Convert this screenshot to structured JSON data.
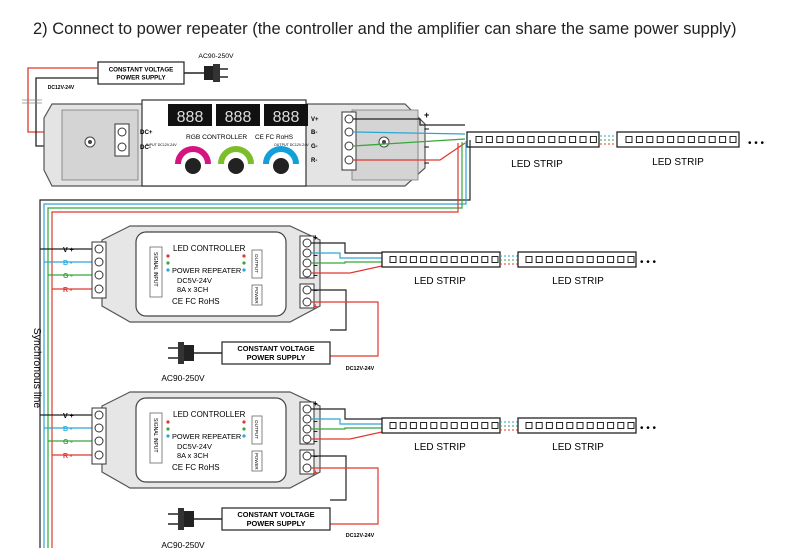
{
  "title": "2)  Connect to power repeater (the controller and the amplifier can share the same power supply)",
  "top_psu": {
    "label_1": "CONSTANT VOLTAGE",
    "label_2": "POWER SUPPLY",
    "ac": "AC90-250V",
    "dc": "DC12V-24V"
  },
  "rgb_controller": {
    "display": [
      "888",
      "888",
      "888"
    ],
    "name": "RGB CONTROLLER",
    "marks": "CE FC RoHS",
    "input_text": "INPUT DC12V-24V",
    "output_text": "OUTPUT DC12V-24V",
    "dc_plus": "DC+",
    "dc_minus": "DC-",
    "out_pins": [
      "V+",
      "B-",
      "G-",
      "R-"
    ],
    "knob_colors": [
      "#d4157f",
      "#7cbd2a",
      "#13a0d8"
    ]
  },
  "strip_label": "LED STRIP",
  "ellipsis": "• • •",
  "side_label": "Synchronous line",
  "repeaters": [
    {
      "in_pins": [
        "V +",
        "B -",
        "G -",
        "R -"
      ],
      "l1": "LED CONTROLLER",
      "l2": "POWER REPEATER",
      "l3": "DC5V-24V",
      "l4": "8A x 3CH",
      "marks": "CE FC RoHS",
      "input_text": "SIGNAL INPUT",
      "output_text": "OUTPUT",
      "power_text": "POWER",
      "psu_1": "CONSTANT VOLTAGE",
      "psu_2": "POWER SUPPLY",
      "ac": "AC90-250V",
      "dc": "DC12V-24V"
    },
    {
      "in_pins": [
        "V +",
        "B -",
        "G -",
        "R -"
      ],
      "l1": "LED CONTROLLER",
      "l2": "POWER REPEATER",
      "l3": "DC5V-24V",
      "l4": "8A x 3CH",
      "marks": "CE FC RoHS",
      "input_text": "SIGNAL INPUT",
      "output_text": "OUTPUT",
      "power_text": "POWER",
      "psu_1": "CONSTANT VOLTAGE",
      "psu_2": "POWER SUPPLY",
      "ac": "AC90-250V",
      "dc": "DC12V-24V"
    }
  ],
  "colors": {
    "red": "#e0372f",
    "green": "#3aa53a",
    "blue": "#2aa7d6",
    "black": "#222222"
  }
}
